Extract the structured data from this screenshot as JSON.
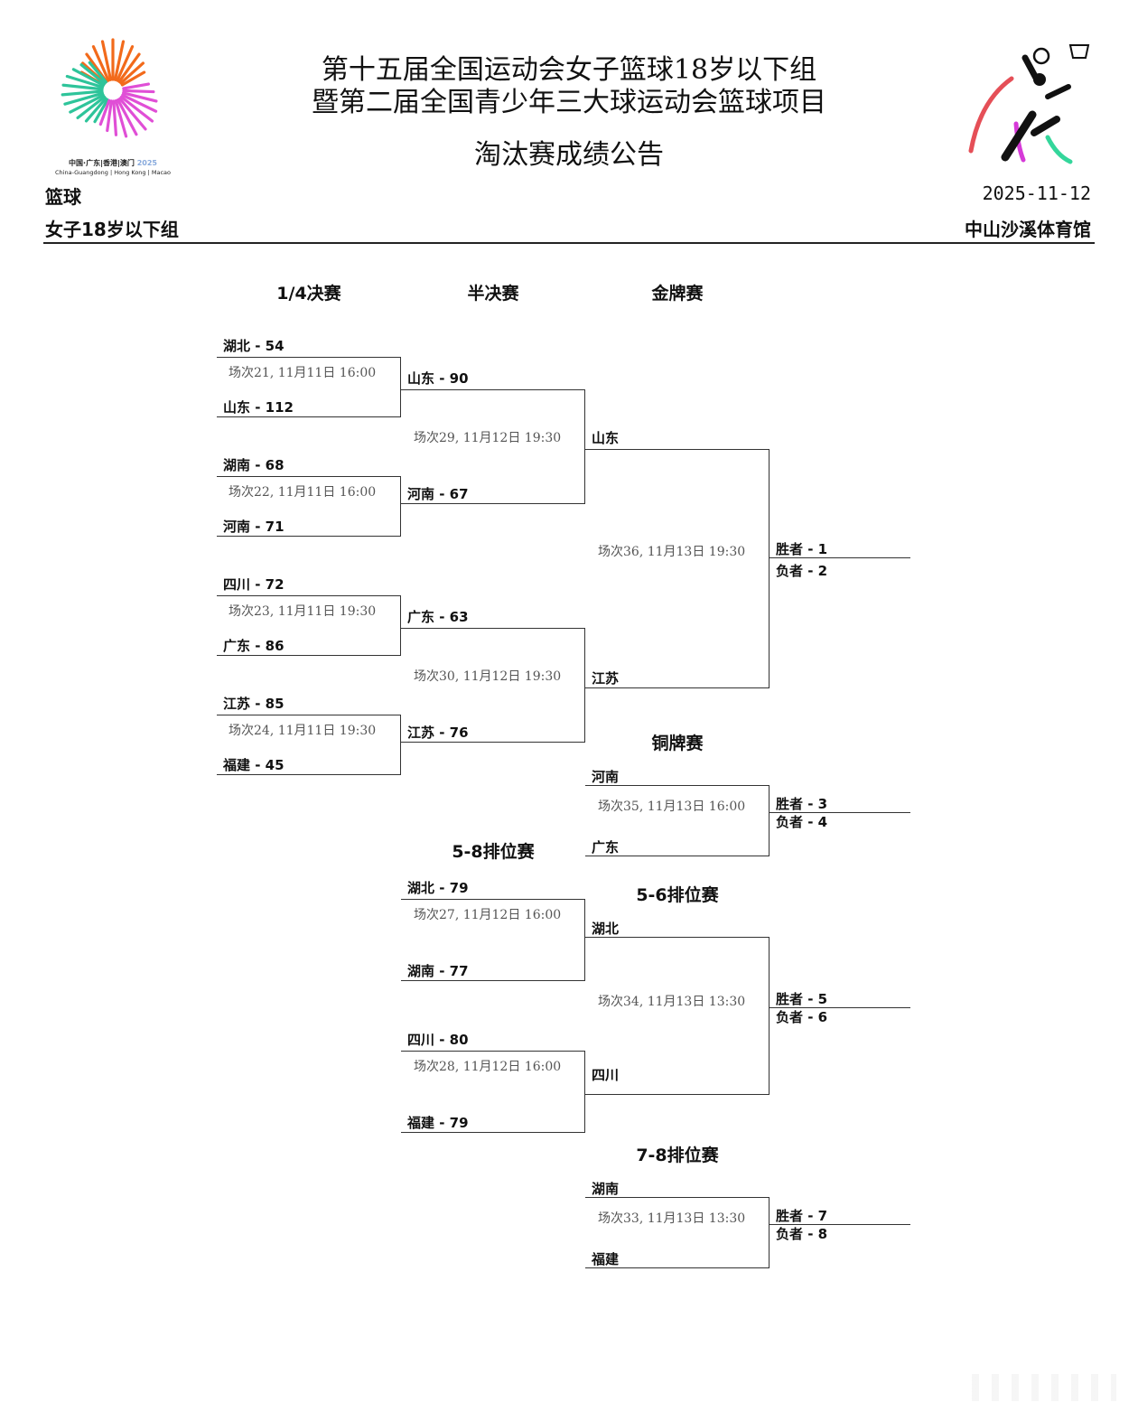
{
  "header": {
    "title_line1": "第十五届全国运动会女子篮球18岁以下组",
    "title_line2": "暨第二届全国青少年三大球运动会篮球项目",
    "subtitle": "淘汰赛成绩公告",
    "sport": "篮球",
    "category": "女子18岁以下组",
    "date": "2025-11-12",
    "venue": "中山沙溪体育馆",
    "logo_left": "中国·广东|香港|澳门 2025 China-Guangdong | Hong Kong | Macao",
    "logo_right": "basketball-player-emblem"
  },
  "columns": {
    "quarterfinal": "1/4决赛",
    "semifinal": "半决赛",
    "gold": "金牌赛",
    "bronze": "铜牌赛",
    "classification_5_8": "5-8排位赛",
    "classification_5_6": "5-6排位赛",
    "classification_7_8": "7-8排位赛"
  },
  "quarterfinals": [
    {
      "top": "湖北 - 54",
      "info": "场次21, 11月11日 16:00",
      "bottom": "山东 - 112"
    },
    {
      "top": "湖南 - 68",
      "info": "场次22, 11月11日 16:00",
      "bottom": "河南 - 71"
    },
    {
      "top": "四川 - 72",
      "info": "场次23, 11月11日 19:30",
      "bottom": "广东 - 86"
    },
    {
      "top": "江苏 - 85",
      "info": "场次24, 11月11日 19:30",
      "bottom": "福建 - 45"
    }
  ],
  "semifinals": [
    {
      "top": "山东 - 90",
      "info": "场次29, 11月12日 19:30",
      "bottom": "河南 - 67"
    },
    {
      "top": "广东 - 63",
      "info": "场次30, 11月12日 19:30",
      "bottom": "江苏 - 76"
    }
  ],
  "gold_final": {
    "top": "山东",
    "info": "场次36, 11月13日 19:30",
    "bottom": "江苏",
    "winner": "胜者 - 1",
    "loser": "负者 - 2"
  },
  "bronze_final": {
    "top": "河南",
    "info": "场次35, 11月13日 16:00",
    "bottom": "广东",
    "winner": "胜者 - 3",
    "loser": "负者 - 4"
  },
  "classification_5_8": [
    {
      "top": "湖北 - 79",
      "info": "场次27, 11月12日 16:00",
      "bottom": "湖南 - 77"
    },
    {
      "top": "四川 - 80",
      "info": "场次28, 11月12日 16:00",
      "bottom": "福建 - 79"
    }
  ],
  "classification_5_6": {
    "top": "湖北",
    "info": "场次34, 11月13日 13:30",
    "bottom": "四川",
    "winner": "胜者 - 5",
    "loser": "负者 - 6"
  },
  "classification_7_8": {
    "top": "湖南",
    "info": "场次33, 11月13日 13:30",
    "bottom": "福建",
    "winner": "胜者 - 7",
    "loser": "负者 - 8"
  },
  "colors": {
    "logo_orange": "#f26a1b",
    "logo_green": "#2ec49a",
    "logo_magenta": "#e04fd6",
    "emblem_red": "#e0303a",
    "emblem_green": "#34d69b",
    "emblem_magenta": "#d63ad8"
  }
}
